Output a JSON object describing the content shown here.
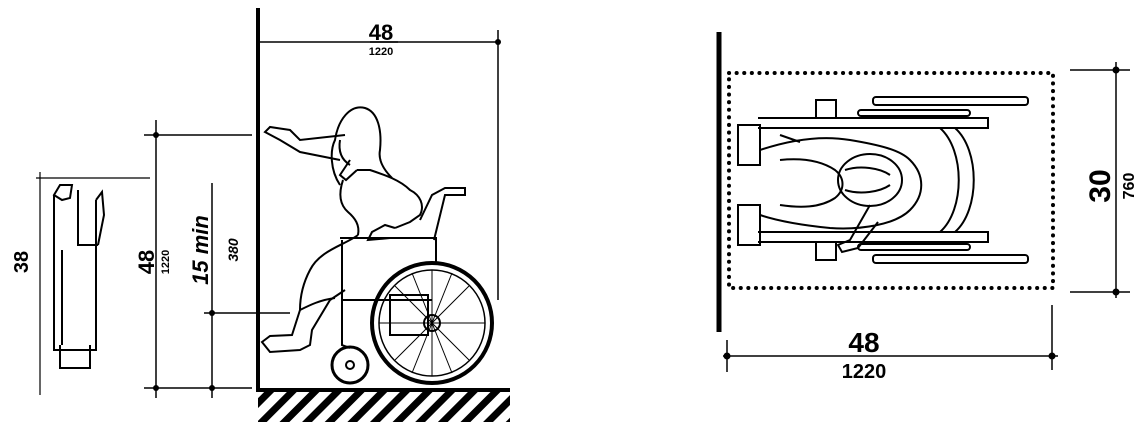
{
  "left_figure": {
    "width_in": "48",
    "width_mm": "1220",
    "reach_high_in": "48",
    "reach_high_mm": "1220",
    "reach_low_in": "15 min",
    "reach_low_mm": "380",
    "dispenser_in": "38"
  },
  "right_figure": {
    "depth_in": "30",
    "depth_mm": "760",
    "width_in": "48",
    "width_mm": "1220"
  }
}
